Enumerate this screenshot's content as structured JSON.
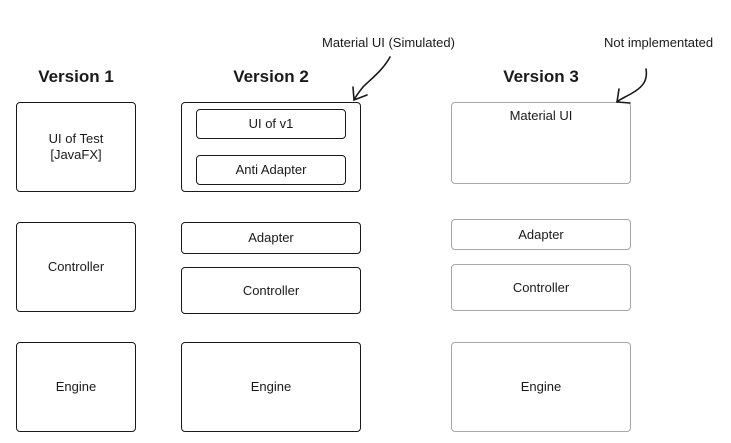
{
  "columns": [
    {
      "heading": "Version 1",
      "ui": "UI of Test\n[JavaFX]",
      "controller": "Controller",
      "engine": "Engine"
    },
    {
      "heading": "Version 2",
      "ui_inner_top": "UI of v1",
      "ui_inner_bottom": "Anti Adapter",
      "adapter": "Adapter",
      "controller": "Controller",
      "engine": "Engine"
    },
    {
      "heading": "Version 3",
      "ui": "Material UI",
      "adapter": "Adapter",
      "controller": "Controller",
      "engine": "Engine"
    }
  ],
  "annotations": {
    "v2_note": "Material UI (Simulated)",
    "v3_note": "Not implementated"
  },
  "colors": {
    "stroke": "#1a1a1a",
    "faded_stroke": "#a6a6a6"
  }
}
